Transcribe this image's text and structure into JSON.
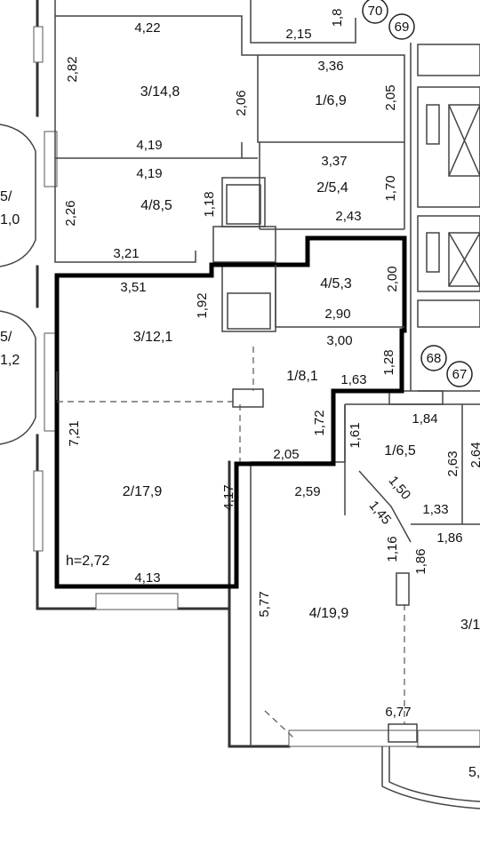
{
  "plan": {
    "flat_number_68": "68",
    "flat_number_67": "67",
    "flat_number_69": "69",
    "flat_number_70": "70",
    "ceiling_height": "h=2,72"
  },
  "rooms": {
    "room_3_14_8": "3/14,8",
    "room_1_6_9": "1/6,9",
    "room_4_8_5": "4/8,5",
    "room_2_5_4": "2/5,4",
    "room_4_5_3": "4/5,3",
    "room_3_12_1": "3/12,1",
    "room_1_8_1": "1/8,1",
    "room_2_17_9": "2/17,9",
    "room_1_6_5": "1/6,5",
    "room_4_19_9": "4/19,9",
    "room_3_partial": "3/1",
    "room_5_partial": "5,",
    "balcony_top_a": "5/",
    "balcony_top_b": "1,0",
    "balcony_mid_a": "5/",
    "balcony_mid_b": "1,2"
  },
  "dimensions": {
    "d_4_22": "4,22",
    "d_2_15": "2,15",
    "d_1_8": "1,8",
    "d_2_82": "2,82",
    "d_3_36": "3,36",
    "d_2_06": "2,06",
    "d_2_05_a": "2,05",
    "d_4_19_a": "4,19",
    "d_4_19_b": "4,19",
    "d_3_37": "3,37",
    "d_2_26": "2,26",
    "d_1_18": "1,18",
    "d_1_70": "1,70",
    "d_2_43": "2,43",
    "d_3_21": "3,21",
    "d_3_51": "3,51",
    "d_1_92": "1,92",
    "d_2_00": "2,00",
    "d_2_90": "2,90",
    "d_3_00": "3,00",
    "d_1_28": "1,28",
    "d_1_63": "1,63",
    "d_7_21": "7,21",
    "d_1_84": "1,84",
    "d_1_72": "1,72",
    "d_1_61": "1,61",
    "d_2_05_b": "2,05",
    "d_2_63": "2,63",
    "d_2_64": "2,64",
    "d_1_50": "1,50",
    "d_2_59": "2,59",
    "d_4_17": "4,17",
    "d_1_45": "1,45",
    "d_1_33": "1,33",
    "d_1_86_a": "1,86",
    "d_1_16": "1,16",
    "d_1_86_b": "1,86",
    "d_4_13": "4,13",
    "d_5_77": "5,77",
    "d_6_77": "6,77"
  }
}
